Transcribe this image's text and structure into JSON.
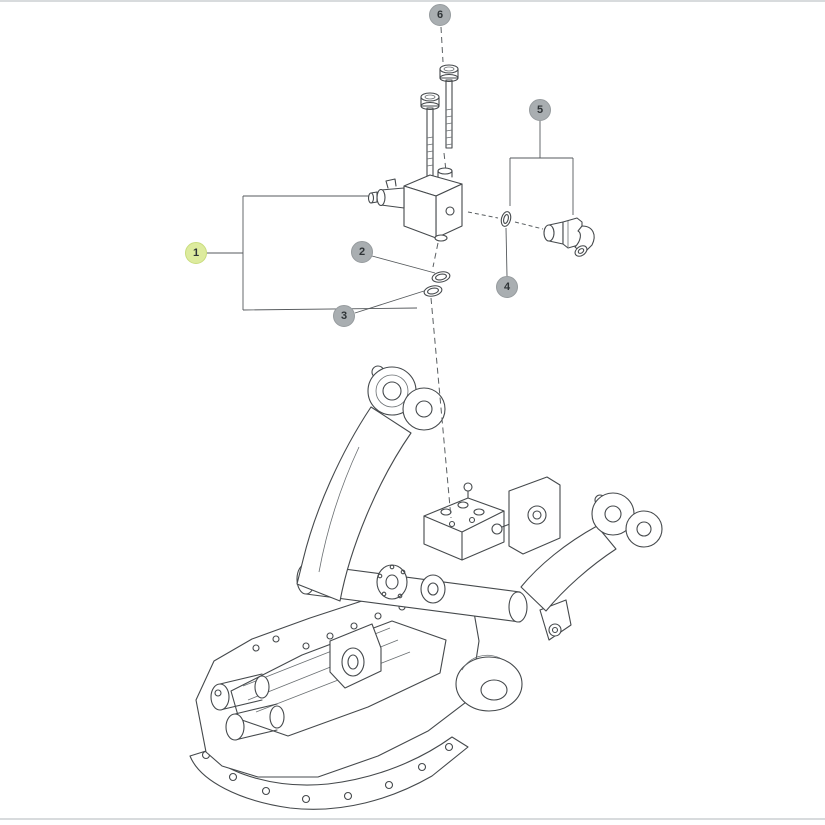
{
  "frame": {
    "background": "#ffffff",
    "top_border_color": "#d8dbdd",
    "bottom_border_color": "#d8dbdd"
  },
  "diagram": {
    "callouts": [
      {
        "label": "1",
        "highlighted": true
      },
      {
        "label": "2",
        "highlighted": false
      },
      {
        "label": "3",
        "highlighted": false
      },
      {
        "label": "4",
        "highlighted": false
      },
      {
        "label": "5",
        "highlighted": false
      },
      {
        "label": "6",
        "highlighted": false
      }
    ],
    "colors": {
      "drawing_line": "#45494c",
      "callout_fill": "#a9aeb1",
      "callout_text": "#2f3437",
      "callout_highlight_fill": "#ddeb9e",
      "callout_highlight_border": "#c9dd7e"
    }
  }
}
